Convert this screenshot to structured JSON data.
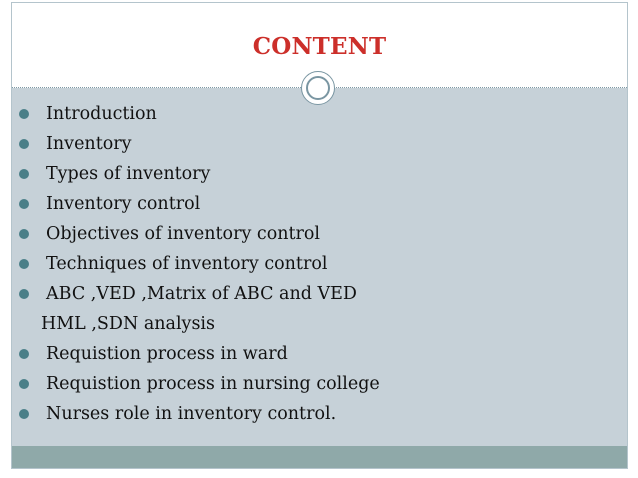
{
  "slide": {
    "title": "CONTENT",
    "items": [
      {
        "text": "Introduction",
        "bullet": true
      },
      {
        "text": "Inventory",
        "bullet": true
      },
      {
        "text": "Types of inventory",
        "bullet": true
      },
      {
        "text": "Inventory control",
        "bullet": true
      },
      {
        "text": "Objectives of inventory control",
        "bullet": true
      },
      {
        "text": "Techniques of inventory control",
        "bullet": true
      },
      {
        "text": "ABC ,VED ,Matrix of ABC and VED",
        "bullet": true
      },
      {
        "text": "HML ,SDN  analysis",
        "bullet": false
      },
      {
        "text": "Requistion process in ward",
        "bullet": true
      },
      {
        "text": "Requistion process in nursing college",
        "bullet": true
      },
      {
        "text": "Nurses role in inventory control.",
        "bullet": true
      }
    ]
  },
  "colors": {
    "title": "#cc2f2a",
    "body_background": "#c6d1d8",
    "bottom_bar": "#8fa9a9",
    "bullet": "#4a7f88"
  },
  "icons": {
    "divider_emblem": "double-circle-icon",
    "bullet": "filled-circle-bullet-icon"
  }
}
